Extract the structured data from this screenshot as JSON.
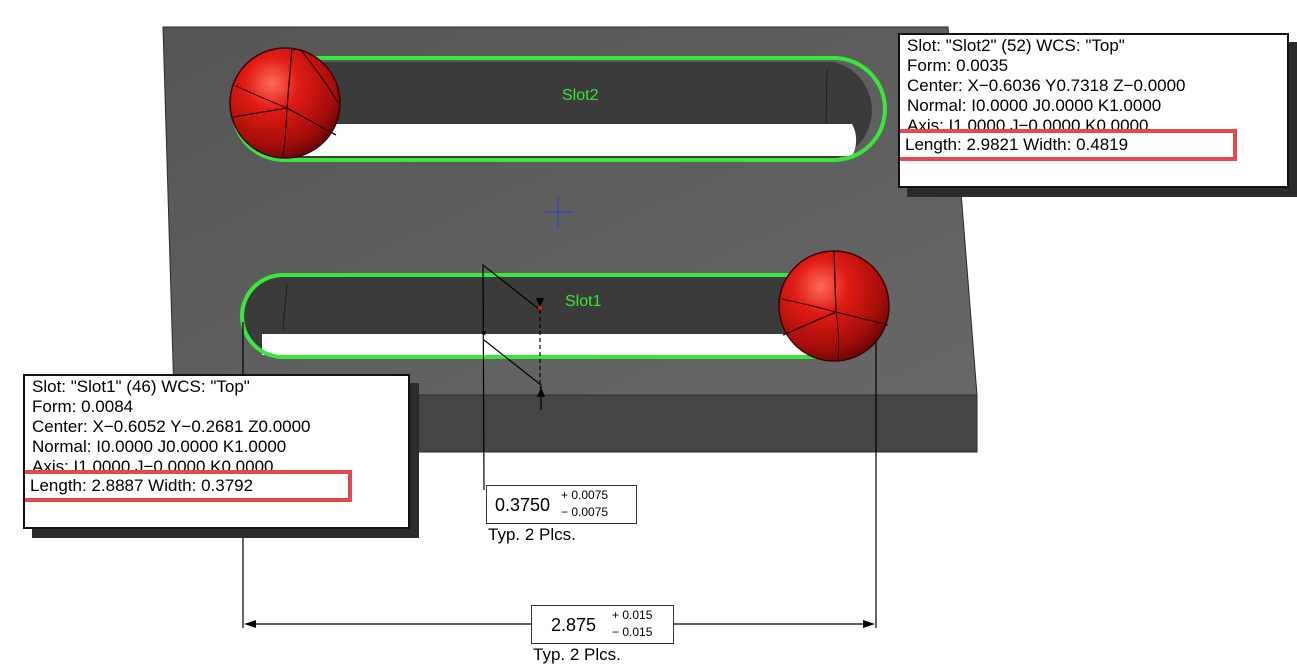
{
  "scene": {
    "slot2_label": "Slot2",
    "slot1_label": "Slot1",
    "colors": {
      "plate_top": "#5e5e5e",
      "plate_side": "#434343",
      "slot_highlight": "#39e639",
      "probe_sphere": "#d11414"
    }
  },
  "slot2_callout": {
    "line1": "Slot: \"Slot2\" (52)  WCS: \"Top\"",
    "line2": "Form: 0.0035",
    "line3": "Center: X−0.6036 Y0.7318 Z−0.0000",
    "line4": "Normal: I0.0000 J0.0000 K1.0000",
    "line5": "Axis: I1.0000 J−0.0000 K0.0000",
    "highlight": "Length: 2.9821  Width: 0.4819"
  },
  "slot1_callout": {
    "line1": "Slot: \"Slot1\" (46)  WCS: \"Top\"",
    "line2": "Form: 0.0084",
    "line3": "Center: X−0.6052 Y−0.2681 Z0.0000",
    "line4": "Normal: I0.0000 J0.0000 K1.0000",
    "line5": "Axis: I1.0000 J−0.0000 K0.0000",
    "highlight": "Length: 2.8887  Width: 0.3792"
  },
  "width_dimension": {
    "nominal": "0.3750",
    "upper_tol": "+ 0.0075",
    "lower_tol": "− 0.0075",
    "note": "Typ. 2 Plcs."
  },
  "length_dimension": {
    "nominal": "2.875",
    "upper_tol": "+ 0.015",
    "lower_tol": "− 0.015",
    "note": "Typ. 2 Plcs."
  }
}
